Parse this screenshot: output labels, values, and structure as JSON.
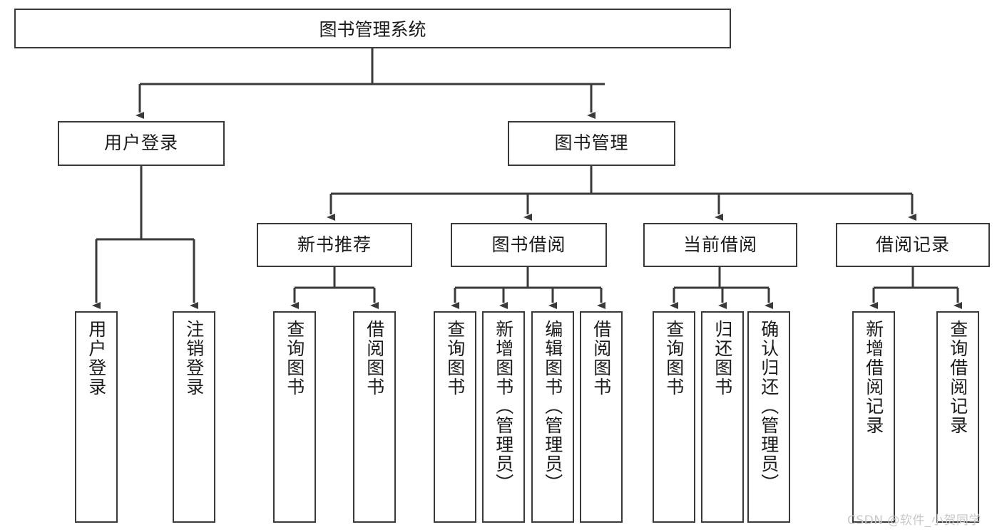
{
  "diagram": {
    "type": "tree",
    "title": "图书管理系统",
    "orientation": "top-down",
    "watermark": "CSDN @软件_小贺同学",
    "colors": {
      "box_border": "#3a3a3a",
      "box_fill": "#ffffff",
      "connector": "#3a3a3a",
      "text": "#1a1a1a",
      "watermark": "#c9c9c9"
    },
    "root": {
      "id": "root",
      "label": "图书管理系统"
    },
    "level2": [
      {
        "id": "user-login",
        "label": "用户登录"
      },
      {
        "id": "book-manage",
        "label": "图书管理"
      }
    ],
    "level3": [
      {
        "id": "new-book-rec",
        "label": "新书推荐"
      },
      {
        "id": "book-borrow",
        "label": "图书借阅"
      },
      {
        "id": "current-borrow",
        "label": "当前借阅"
      },
      {
        "id": "borrow-record",
        "label": "借阅记录"
      }
    ],
    "leaves": {
      "user-login": [
        {
          "id": "leaf-user-login",
          "label": "用户登录"
        },
        {
          "id": "leaf-user-logout",
          "label": "注销登录"
        }
      ],
      "new-book-rec": [
        {
          "id": "leaf-query-book-1",
          "label": "查询图书"
        },
        {
          "id": "leaf-borrow-book-1",
          "label": "借阅图书"
        }
      ],
      "book-borrow": [
        {
          "id": "leaf-query-book-2",
          "label": "查询图书"
        },
        {
          "id": "leaf-add-book",
          "label": "新增图书（管理员）"
        },
        {
          "id": "leaf-edit-book",
          "label": "编辑图书（管理员）"
        },
        {
          "id": "leaf-borrow-book-2",
          "label": "借阅图书"
        }
      ],
      "current-borrow": [
        {
          "id": "leaf-query-book-3",
          "label": "查询图书"
        },
        {
          "id": "leaf-return-book",
          "label": "归还图书"
        },
        {
          "id": "leaf-confirm-return",
          "label": "确认归还（管理员）"
        }
      ],
      "borrow-record": [
        {
          "id": "leaf-add-record",
          "label": "新增借阅记录"
        },
        {
          "id": "leaf-query-record",
          "label": "查询借阅记录"
        }
      ]
    }
  }
}
